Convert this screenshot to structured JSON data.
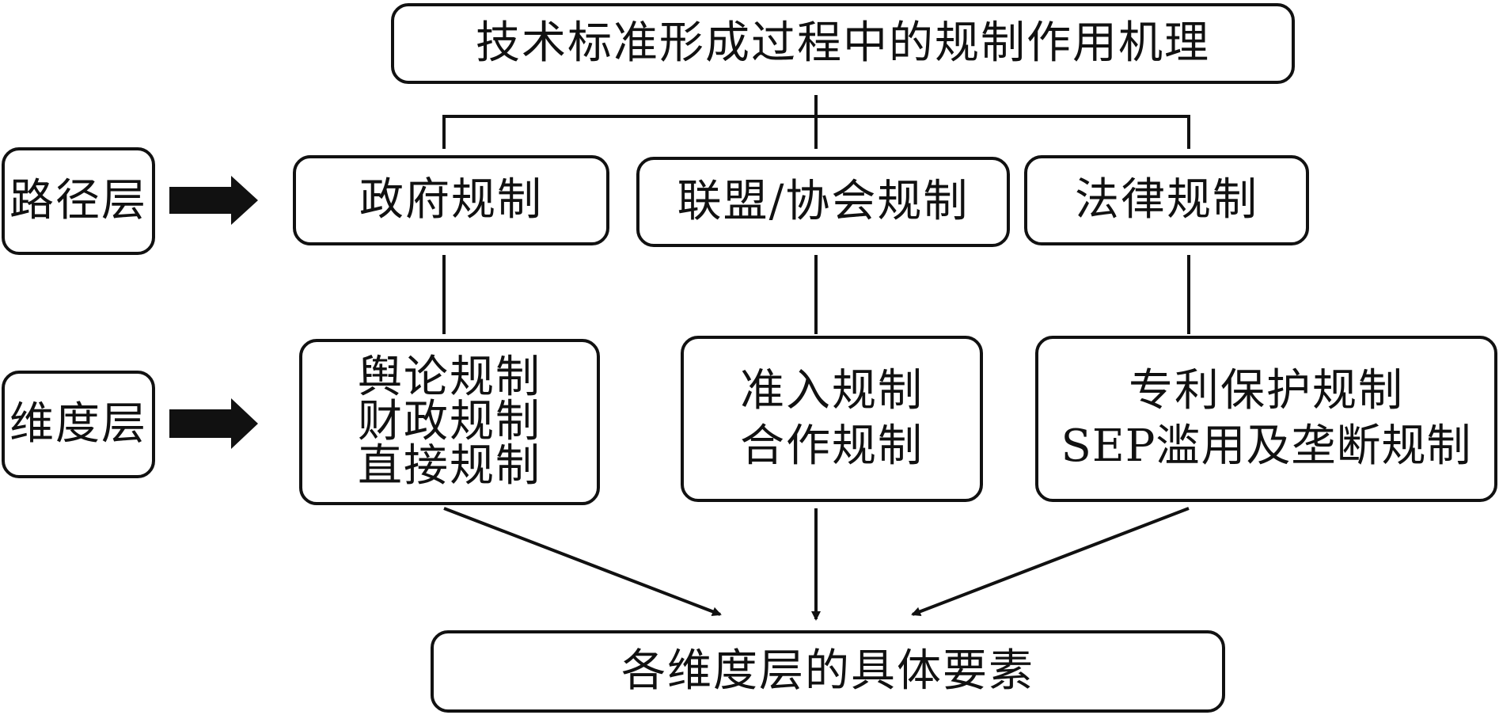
{
  "title": "技术标准形成过程中的规制作用机理",
  "layers": {
    "path_label": "路径层",
    "dimension_label": "维度层"
  },
  "paths": [
    {
      "label": "政府规制"
    },
    {
      "label": "联盟/协会规制"
    },
    {
      "label": "法律规制"
    }
  ],
  "dimensions": [
    {
      "lines": [
        "舆论规制",
        "财政规制",
        "直接规制"
      ]
    },
    {
      "lines": [
        "准入规制",
        "合作规制"
      ]
    },
    {
      "lines": [
        "专利保护规制",
        "SEP滥用及垄断规制"
      ]
    }
  ],
  "result": "各维度层的具体要素"
}
